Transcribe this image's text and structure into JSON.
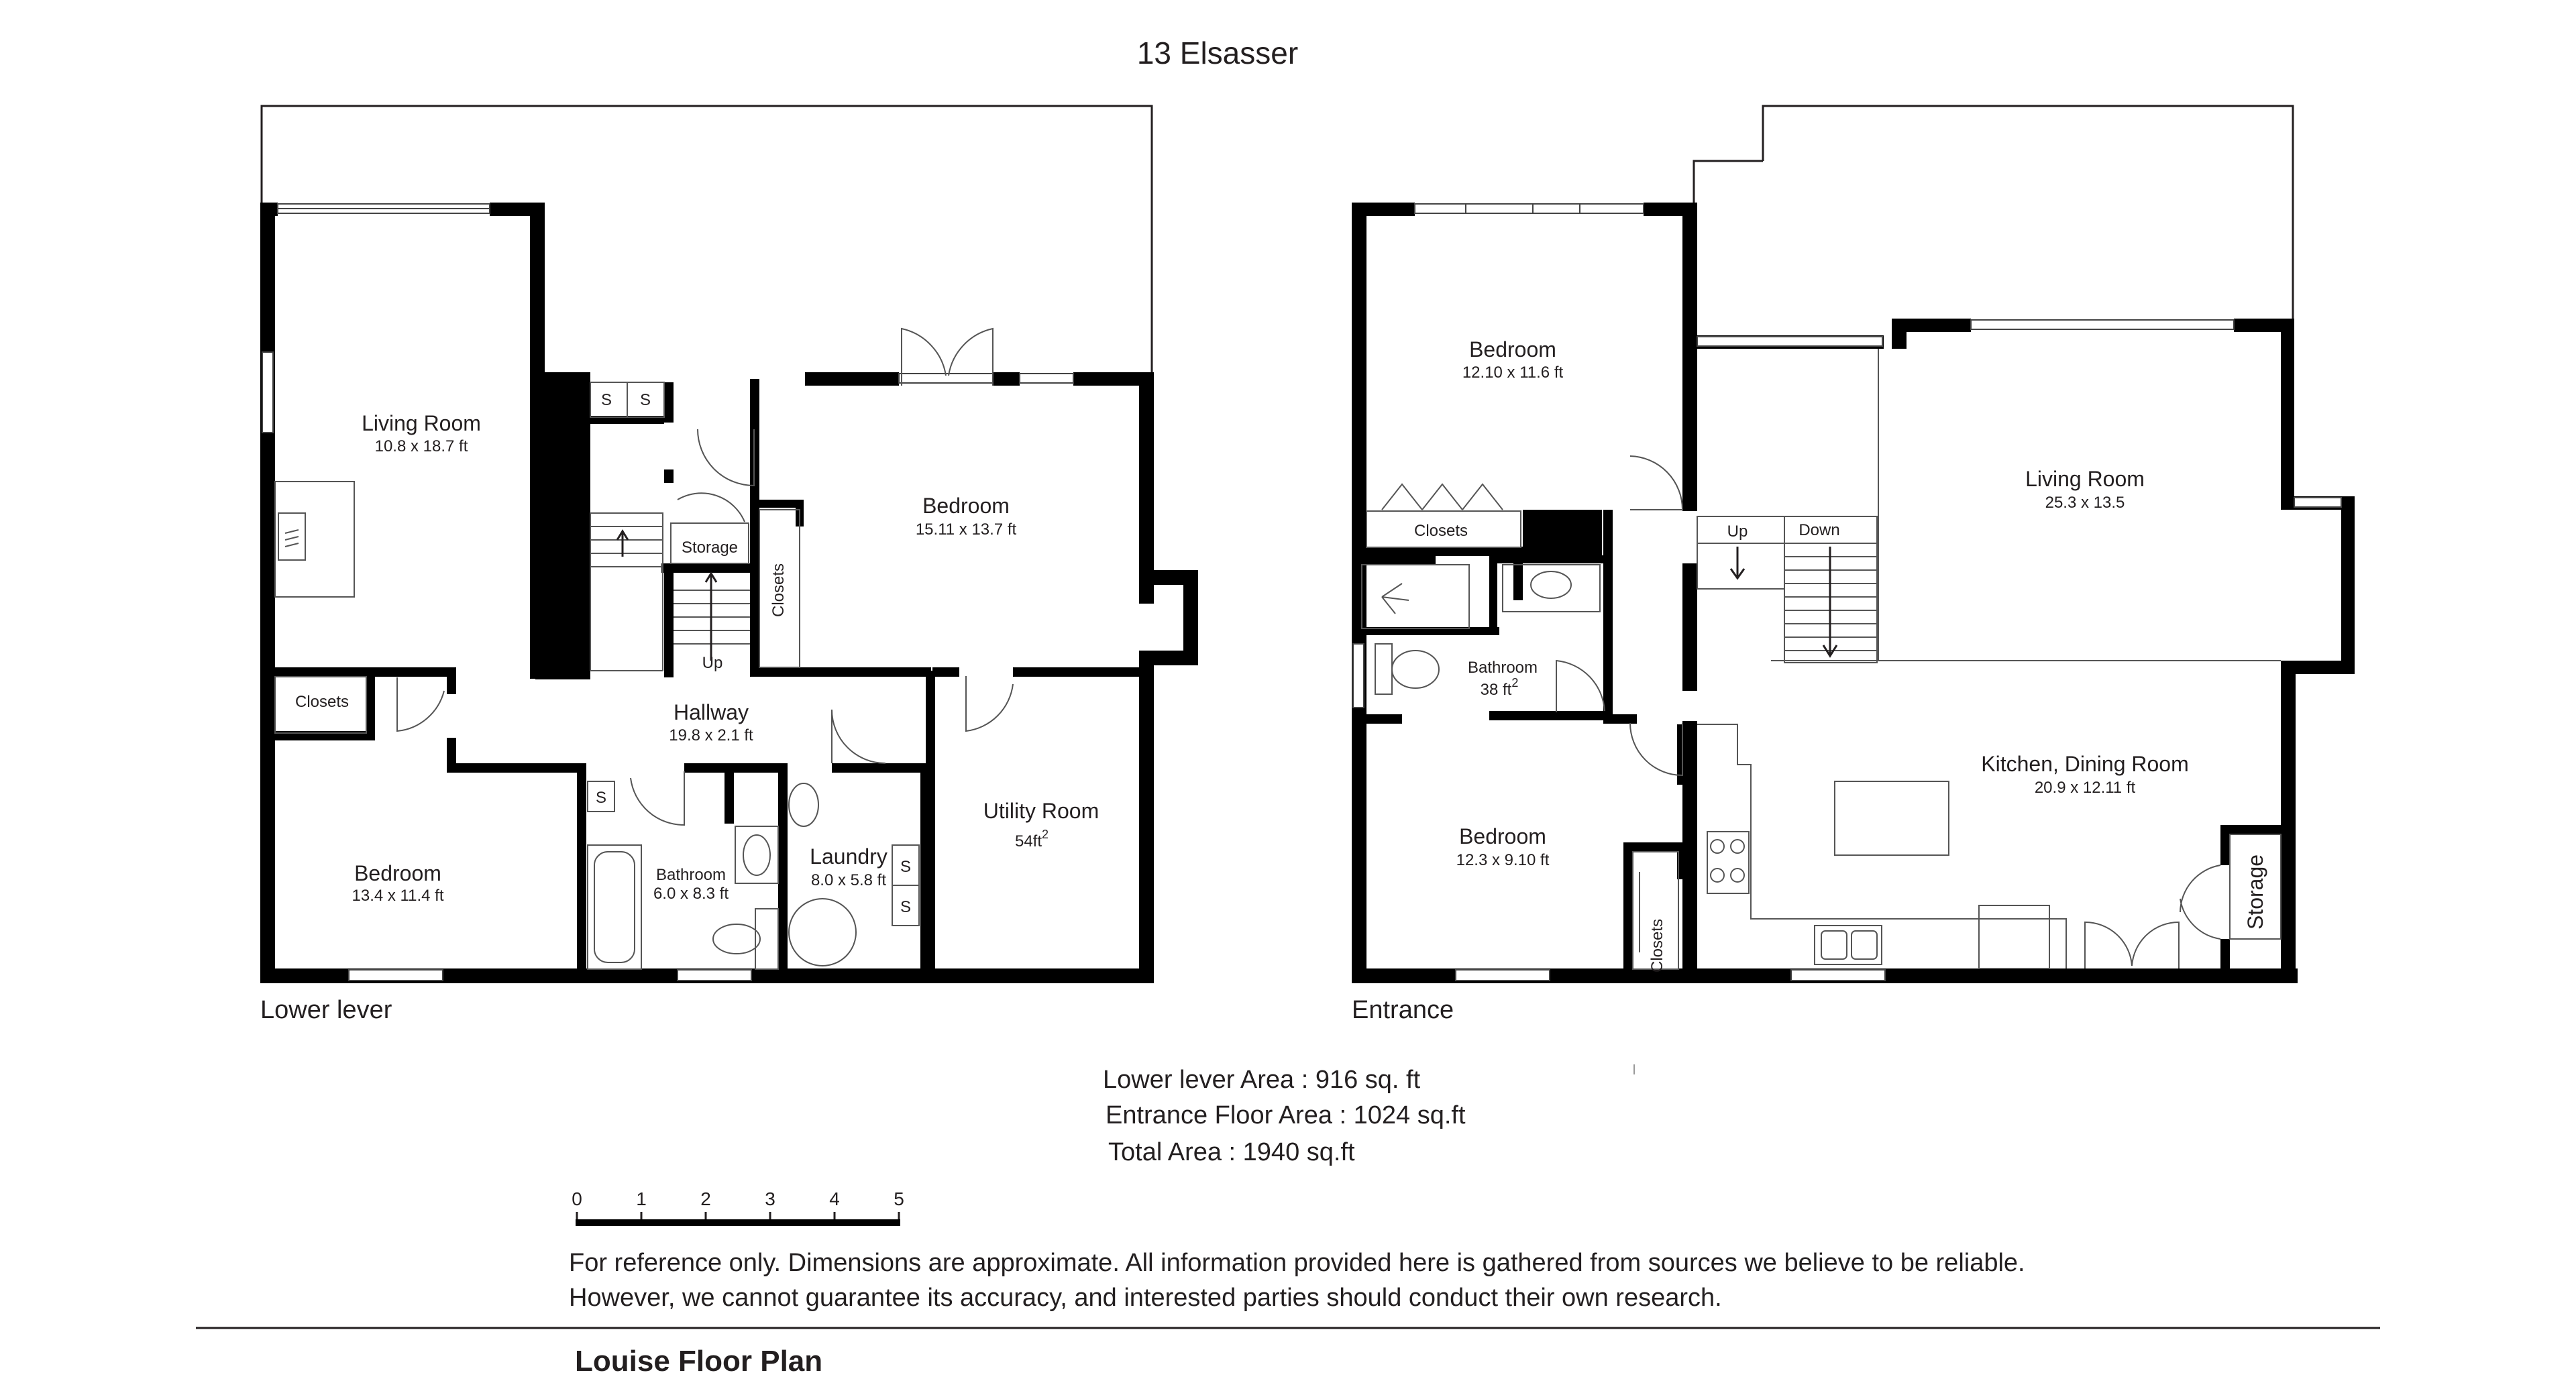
{
  "title": "13 Elsasser",
  "lower_level": {
    "label": "Lower lever",
    "rooms": {
      "living_room": {
        "name": "Living Room",
        "dim": "10.8 x 18.7 ft"
      },
      "bedroom_main": {
        "name": "Bedroom",
        "dim": "15.11 x 13.7 ft"
      },
      "storage": {
        "name": "Storage"
      },
      "closets_stair": {
        "name": "Closets"
      },
      "up": {
        "name": "Up"
      },
      "closets_left": {
        "name": "Closets"
      },
      "hallway": {
        "name": "Hallway",
        "dim": "19.8 x 2.1 ft"
      },
      "bedroom_left": {
        "name": "Bedroom",
        "dim": "13.4 x 11.4 ft"
      },
      "bathroom": {
        "name": "Bathroom",
        "dim": "6.0 x 8.3 ft"
      },
      "laundry": {
        "name": "Laundry",
        "dim": "8.0 x 5.8 ft"
      },
      "utility_room": {
        "name": "Utility Room",
        "dim": "54ft",
        "dim_sup": "2"
      }
    },
    "shelf_marks": [
      "S",
      "S",
      "S",
      "S",
      "S"
    ]
  },
  "entrance_level": {
    "label": "Entrance",
    "rooms": {
      "bedroom_top": {
        "name": "Bedroom",
        "dim": "12.10 x 11.6 ft"
      },
      "closets_top": {
        "name": "Closets"
      },
      "bathroom": {
        "name": "Bathroom",
        "dim": "38 ft",
        "dim_sup": "2"
      },
      "up": {
        "name": "Up"
      },
      "down": {
        "name": "Down"
      },
      "living_room": {
        "name": "Living Room",
        "dim": "25.3 x 13.5"
      },
      "kitchen": {
        "name": "Kitchen, Dining Room",
        "dim": "20.9 x 12.11 ft"
      },
      "bedroom_bottom": {
        "name": "Bedroom",
        "dim": "12.3 x 9.10 ft"
      },
      "closets_bottom": {
        "name": "Closets"
      },
      "storage": {
        "name": "Storage"
      }
    }
  },
  "areas": {
    "lower": "Lower lever Area : 916 sq. ft",
    "entrance": "Entrance Floor Area : 1024 sq.ft",
    "total": "Total Area : 1940 sq.ft"
  },
  "scale": {
    "labels": [
      "0",
      "1",
      "2",
      "3",
      "4",
      "5"
    ]
  },
  "disclaimer": {
    "line1": "For reference only. Dimensions are approximate. All information provided here is gathered from sources we believe to be reliable.",
    "line2": "However, we cannot guarantee its accuracy, and interested parties should conduct their own research."
  },
  "brand": "Louise Floor Plan"
}
